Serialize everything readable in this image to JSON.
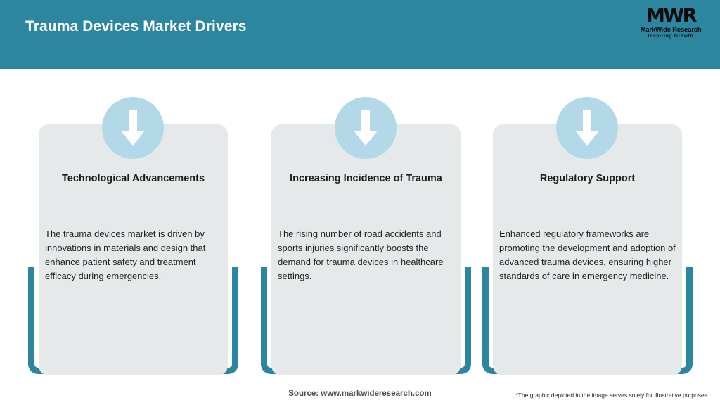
{
  "header": {
    "title": "Trauma Devices Market Drivers",
    "background_color": "#2d86a0",
    "logo": {
      "mark": "MWR",
      "name": "MarkWide Research",
      "tagline": "Inspiring Growth"
    }
  },
  "cards": [
    {
      "icon": "arrow-down-icon",
      "title": "Technological Advancements",
      "body": "The trauma devices market is driven by innovations in materials and design that enhance patient safety and treatment efficacy during emergencies."
    },
    {
      "icon": "arrow-down-icon",
      "title": "Increasing Incidence of Trauma",
      "body": "The rising number of road accidents and sports injuries significantly boosts the demand for trauma devices in healthcare settings."
    },
    {
      "icon": "arrow-down-icon",
      "title": "Regulatory Support",
      "body": "Enhanced regulatory frameworks are promoting the development and adoption of advanced trauma devices, ensuring higher standards of care in emergency medicine."
    }
  ],
  "footer": {
    "source": "Source: www.markwideresearch.com",
    "disclaimer": "*The graphic depicted in the image serves solely for illustrative purposes"
  },
  "colors": {
    "accent_teal": "#2d86a0",
    "panel_gray": "#e6e9ea",
    "badge_blue": "#b3d9e8"
  }
}
